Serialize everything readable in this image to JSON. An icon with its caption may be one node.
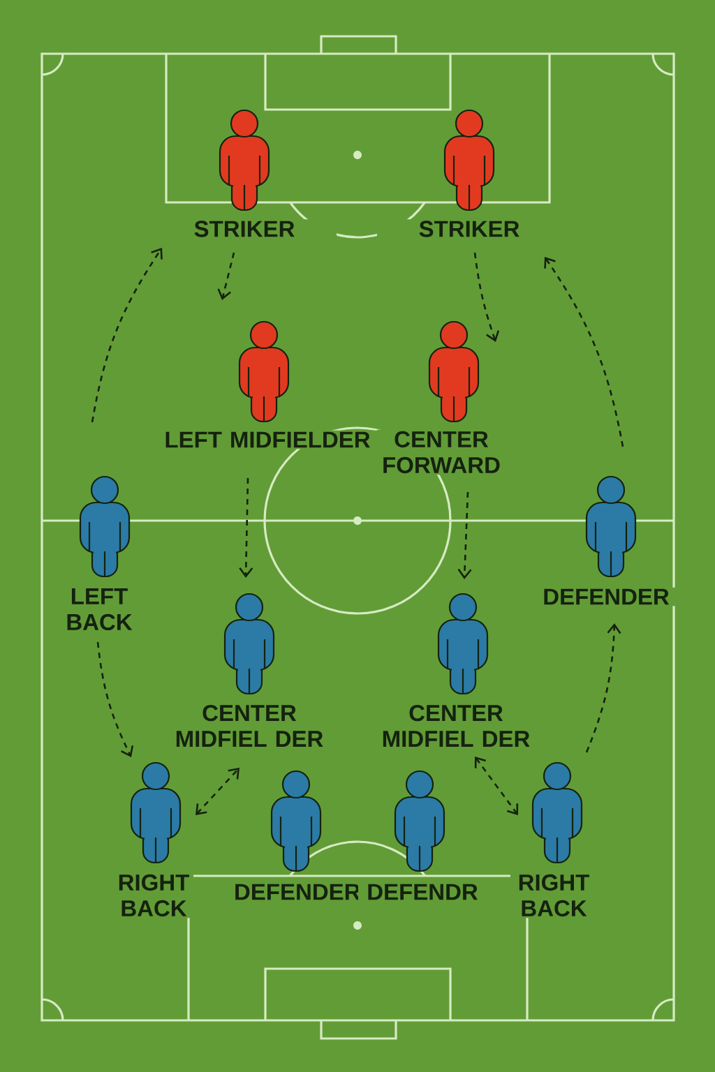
{
  "diagram": {
    "nodes": [
      {
        "text": [
          "STRIKER"
        ]
      },
      {
        "text": [
          "STRIKER"
        ]
      },
      {
        "text": [
          "LEFT MIDFIELDER"
        ]
      },
      {
        "text": [
          "CENTER FORWARD"
        ]
      },
      {
        "text": [
          "LEFT BACK"
        ]
      },
      {
        "text": [
          "DEFENDER"
        ]
      },
      {
        "text": [
          "CENTER MIDFIEL DER"
        ]
      },
      {
        "text": [
          "CENTER MIDFIEL DER"
        ]
      },
      {
        "text": [
          "RIGHT BACK"
        ]
      },
      {
        "text": [
          "DEFENDER"
        ]
      },
      {
        "text": [
          "DEFENDR"
        ]
      },
      {
        "text": [
          "RIGHT BACK"
        ]
      }
    ],
    "edges": [
      {
        "from": 4,
        "to": 0,
        "arrow": "to",
        "style": "dashed"
      },
      {
        "from": 0,
        "to": 2,
        "arrow": "to",
        "style": "dashed"
      },
      {
        "from": 1,
        "to": 3,
        "arrow": "to",
        "style": "dashed"
      },
      {
        "from": 5,
        "to": 1,
        "arrow": "to",
        "style": "dashed"
      },
      {
        "from": 2,
        "to": 6,
        "arrow": "to",
        "style": "dashed"
      },
      {
        "from": 3,
        "to": 7,
        "arrow": "to",
        "style": "dashed"
      },
      {
        "from": 4,
        "to": 8,
        "arrow": "to",
        "style": "dashed"
      },
      {
        "from": 8,
        "to": 6,
        "arrow": "both",
        "style": "dashed"
      },
      {
        "from": 7,
        "to": 11,
        "arrow": "both",
        "style": "dashed"
      },
      {
        "from": 11,
        "to": 5,
        "arrow": "to",
        "style": "dashed"
      }
    ]
  }
}
